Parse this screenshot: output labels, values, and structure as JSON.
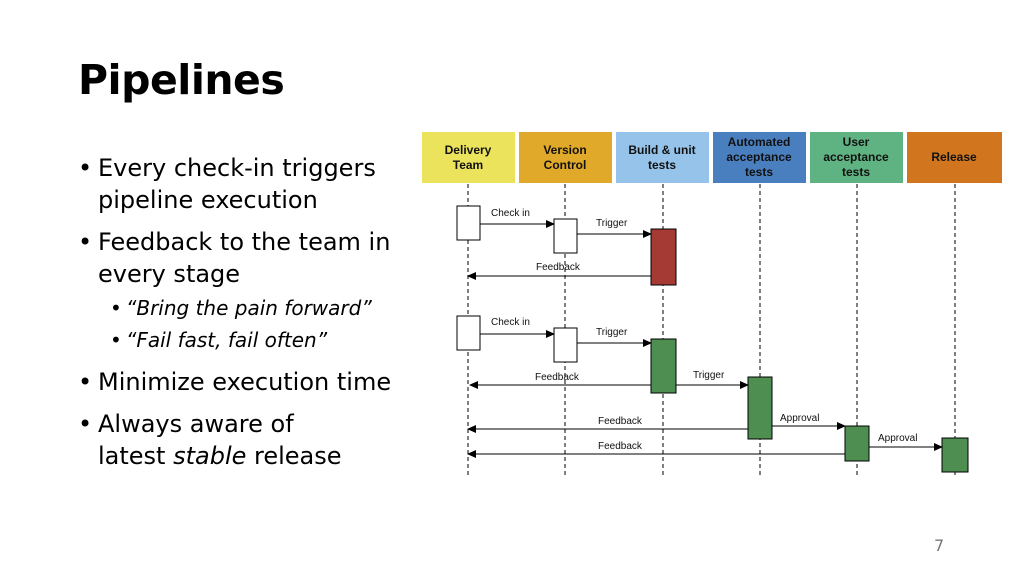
{
  "slide": {
    "title": "Pipelines",
    "page_number": "7",
    "bullets": {
      "b1_line1": "Every check-in triggers",
      "b1_line2": "pipeline execution",
      "b2_line1": "Feedback to the team in",
      "b2_line2": "every stage",
      "sub1": "“Bring the pain forward”",
      "sub2": "“Fail fast, fail often”",
      "b3": "Minimize execution time",
      "b4_line1": "Always aware of",
      "b4_line2_pre": "latest ",
      "b4_line2_em": "stable",
      "b4_line2_post": " release"
    }
  },
  "diagram": {
    "stages": [
      {
        "line1": "Delivery",
        "line2": "Team",
        "line3": "",
        "color": "#ece35c"
      },
      {
        "line1": "Version",
        "line2": "Control",
        "line3": "",
        "color": "#e1a92a"
      },
      {
        "line1": "Build & unit",
        "line2": "tests",
        "line3": "",
        "color": "#95c3ea"
      },
      {
        "line1": "Automated",
        "line2": "acceptance",
        "line3": "tests",
        "color": "#4a7fbf"
      },
      {
        "line1": "User",
        "line2": "acceptance",
        "line3": "tests",
        "color": "#5fb281"
      },
      {
        "line1": "Release",
        "line2": "",
        "line3": "",
        "color": "#d1761e"
      }
    ],
    "labels": {
      "check_in_1": "Check in",
      "trigger_1": "Trigger",
      "feedback_1": "Feedback",
      "check_in_2": "Check in",
      "trigger_2": "Trigger",
      "feedback_2": "Feedback",
      "trigger_3": "Trigger",
      "feedback_3": "Feedback",
      "approval_1": "Approval",
      "feedback_4": "Feedback",
      "approval_2": "Approval"
    },
    "colors": {
      "failed_build": "#a53a34",
      "passed_stage": "#4e8f51"
    }
  }
}
